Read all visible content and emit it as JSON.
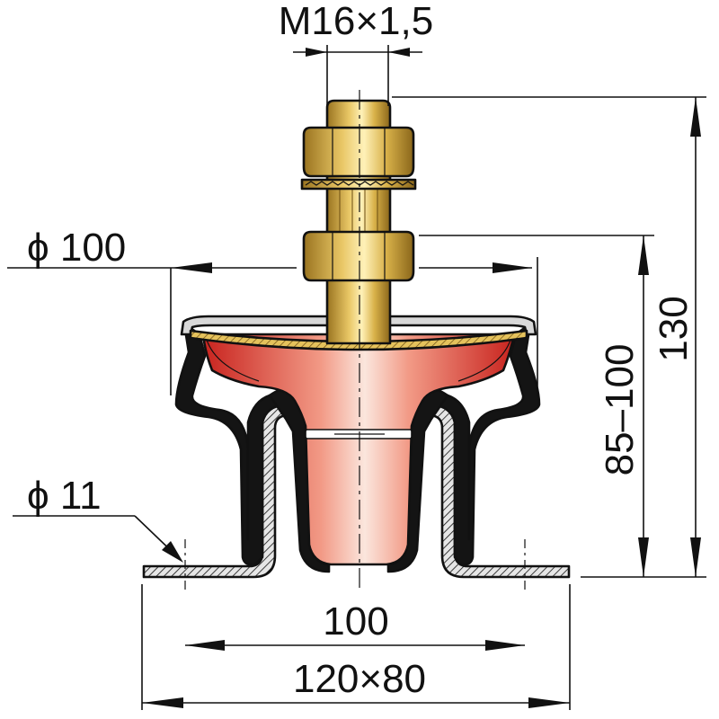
{
  "dimensions": {
    "thread": "M16×1,5",
    "flange_diameter": "ϕ 100",
    "hole_diameter": "ϕ 11",
    "hole_spacing": "100",
    "base_size": "120×80",
    "height_range": "85–100",
    "total_height": "130"
  },
  "colors": {
    "rubber_dark": "#c8231e",
    "rubber_light": "#f7c8b8",
    "brass": "#d9b24a",
    "brass_dark": "#9a7420",
    "steel": "#d8d8d8",
    "ink": "#111111"
  }
}
